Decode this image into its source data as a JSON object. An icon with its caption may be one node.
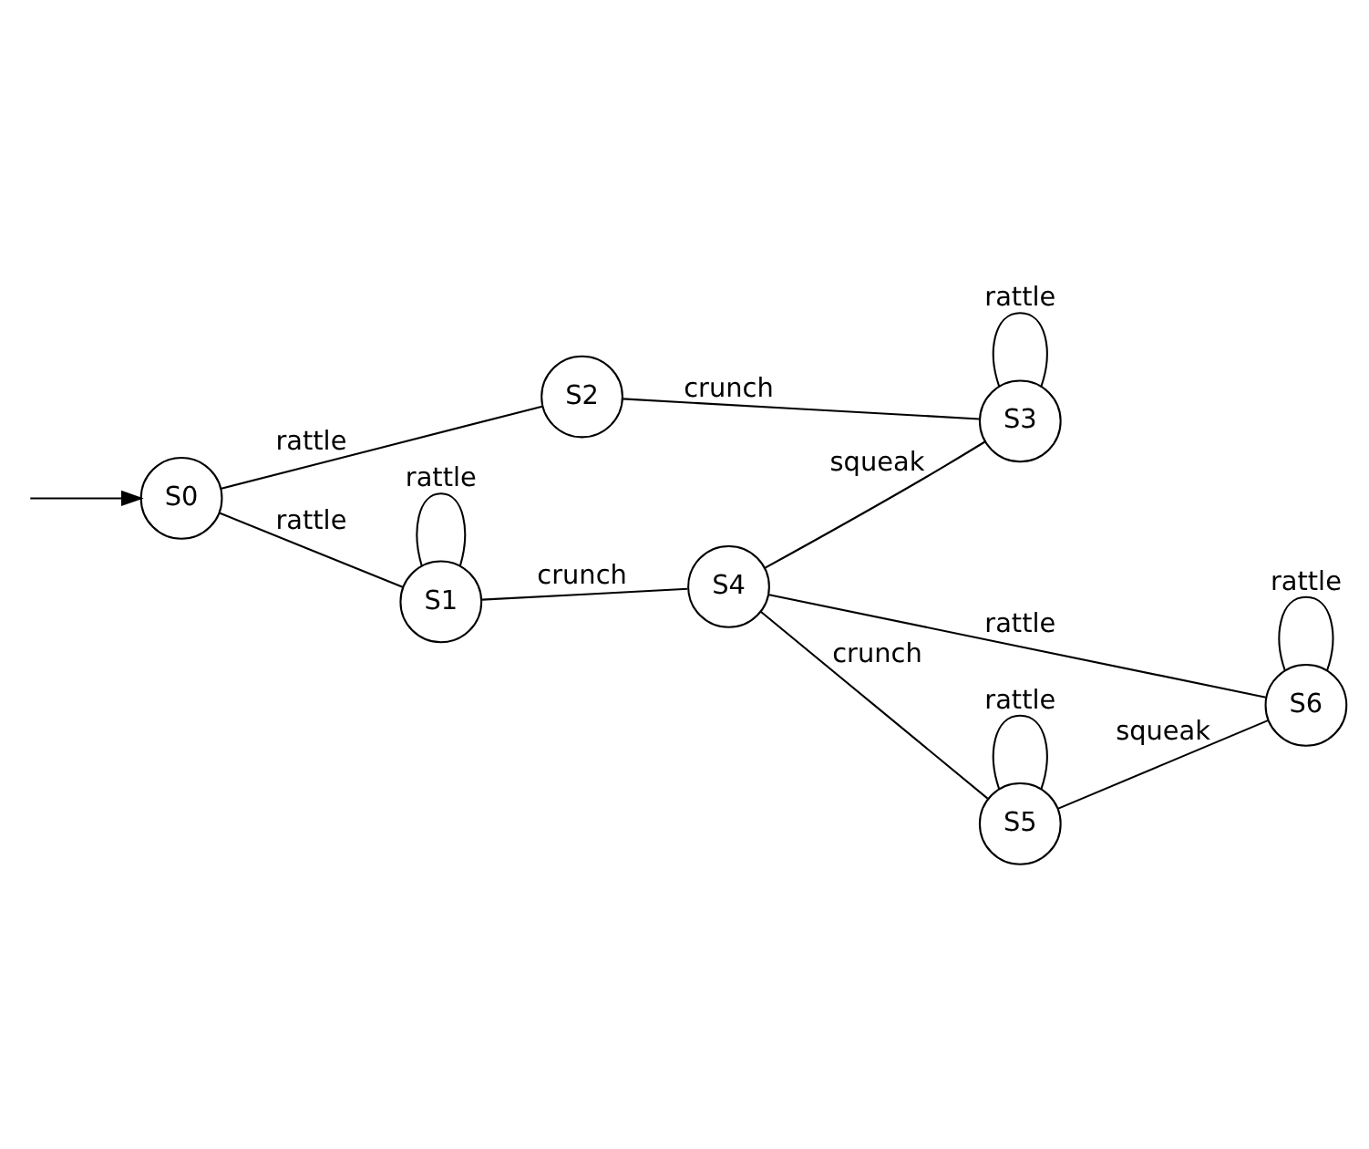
{
  "diagram": {
    "nodes": [
      {
        "text": [
          "S0"
        ]
      },
      {
        "text": [
          "S1"
        ]
      },
      {
        "text": [
          "S2"
        ]
      },
      {
        "text": [
          "S3"
        ]
      },
      {
        "text": [
          "S4"
        ]
      },
      {
        "text": [
          "S5"
        ]
      },
      {
        "text": [
          "S6"
        ]
      }
    ],
    "edges": [
      {
        "from": null,
        "to": 0,
        "arrow": "to"
      },
      {
        "from": 1,
        "to": 1,
        "arrow": "none",
        "label": "rattle"
      },
      {
        "from": 5,
        "to": 5,
        "arrow": "none",
        "label": "rattle"
      },
      {
        "from": 0,
        "to": 1,
        "arrow": "none",
        "label": "rattle"
      },
      {
        "from": 1,
        "to": 4,
        "arrow": "none",
        "label": "crunch"
      },
      {
        "from": 4,
        "to": 5,
        "arrow": "none",
        "label": "crunch"
      },
      {
        "from": 5,
        "to": 6,
        "arrow": "none",
        "label": "squeak"
      },
      {
        "from": 0,
        "to": 2,
        "arrow": "none",
        "label": "rattle"
      },
      {
        "from": 4,
        "to": 3,
        "arrow": "none",
        "label": "squeak"
      },
      {
        "from": 4,
        "to": 6,
        "arrow": "none",
        "label": "rattle"
      },
      {
        "from": 2,
        "to": 3,
        "arrow": "none",
        "label": "crunch"
      },
      {
        "from": 6,
        "to": 6,
        "arrow": "none",
        "label": "rattle"
      },
      {
        "from": 3,
        "to": 3,
        "arrow": "none",
        "label": "rattle"
      }
    ]
  }
}
